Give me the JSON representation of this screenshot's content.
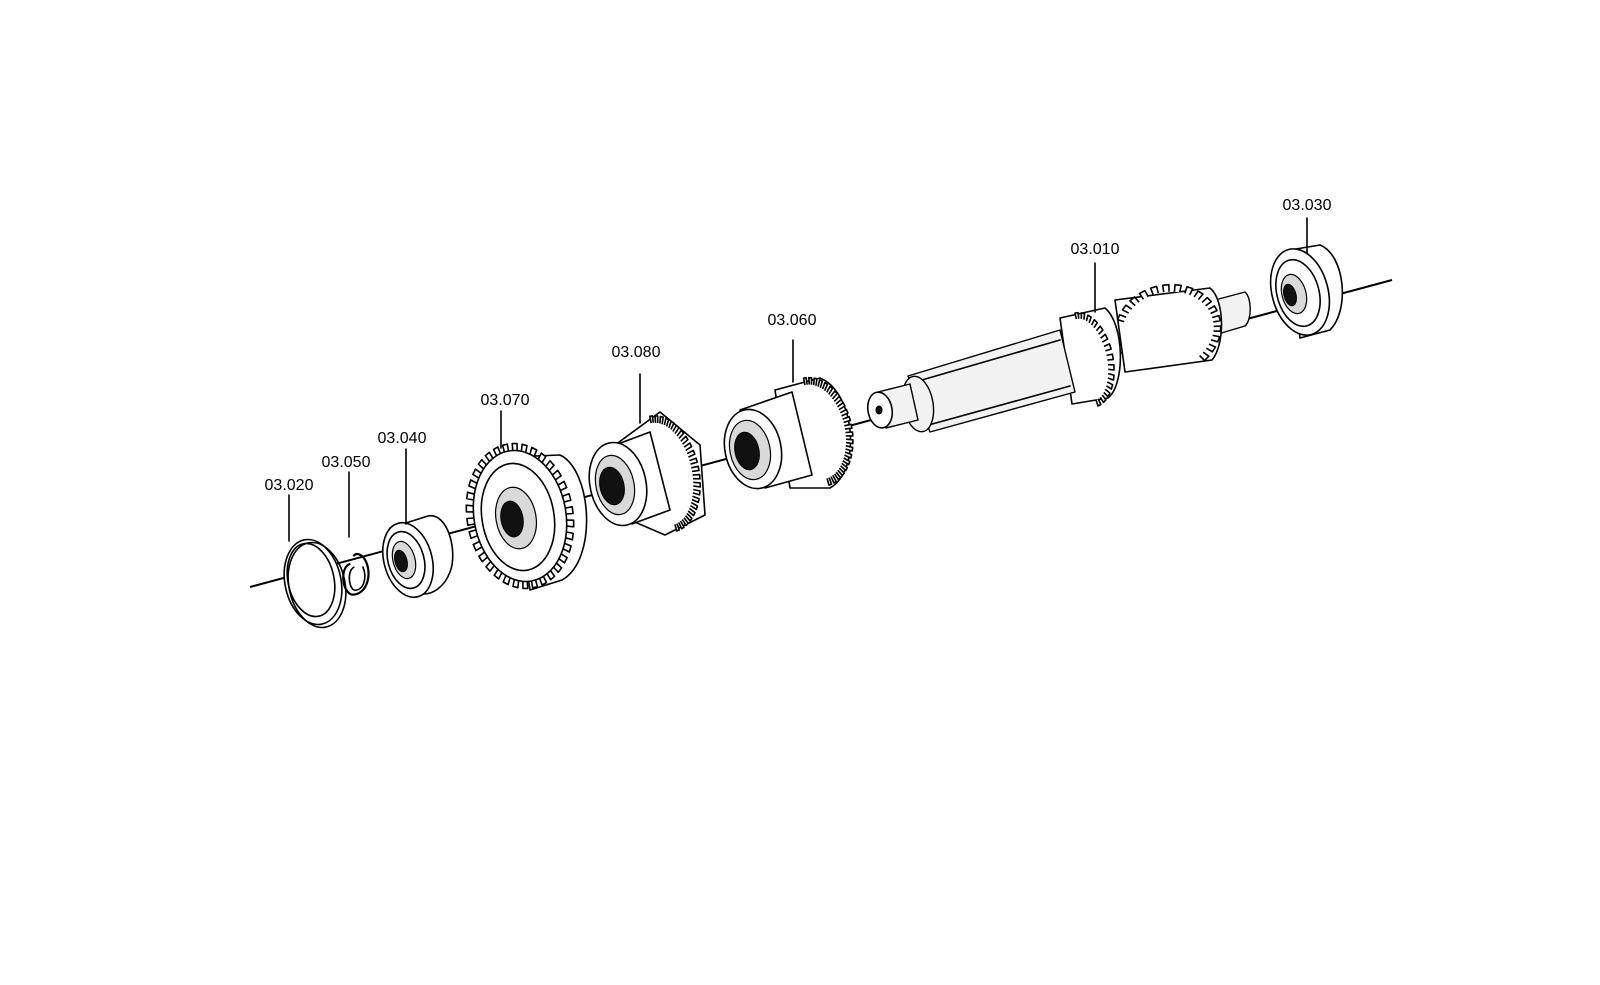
{
  "diagram": {
    "parts": [
      {
        "id": "03.020",
        "name": "thrust washer"
      },
      {
        "id": "03.050",
        "name": "circlip"
      },
      {
        "id": "03.040",
        "name": "ball bearing"
      },
      {
        "id": "03.070",
        "name": "gear"
      },
      {
        "id": "03.080",
        "name": "gear"
      },
      {
        "id": "03.060",
        "name": "gear"
      },
      {
        "id": "03.010",
        "name": "shaft"
      },
      {
        "id": "03.030",
        "name": "roller bearing"
      }
    ]
  }
}
